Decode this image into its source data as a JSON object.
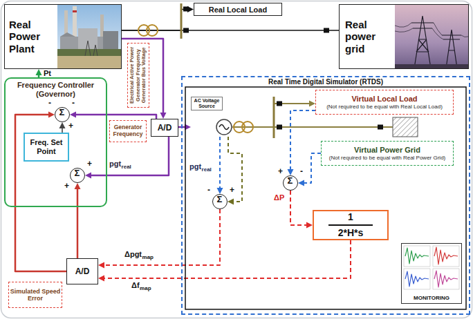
{
  "diagram": {
    "nodes": [
      {
        "text": [
          "Real Power Plant"
        ]
      },
      {
        "text": [
          "Real Local Load"
        ]
      },
      {
        "text": [
          "Real power grid"
        ]
      },
      {
        "text": [
          "Frequency Controller (Governor)"
        ]
      },
      {
        "text": [
          "Freq. Set Point"
        ],
        "in": 3
      },
      {
        "text": [
          "-",
          "Σ",
          "-",
          "+"
        ],
        "in": 3
      },
      {
        "text": [
          "Σ",
          "+",
          "+"
        ],
        "in": 3
      },
      {
        "text": [
          "Electrical Active Power Generator Frequency Generator Bus Voltage"
        ]
      },
      {
        "text": [
          "Generator Frequency"
        ]
      },
      {
        "text": [
          "A/D"
        ]
      },
      {
        "text": [
          "Real Time Digital Simulator (RTDS)"
        ]
      },
      {
        "text": [
          "AC Voltage Source"
        ],
        "in": 10
      },
      {
        "text": [
          "Virtual Local Load",
          "(Not required to be equal with Real Local Load)"
        ],
        "in": 10
      },
      {
        "text": [
          "Virtual Power Grid",
          "(Not required to be equal with Real Power Grid)"
        ],
        "in": 10
      },
      {
        "text": [
          "-",
          "Σ",
          "+"
        ],
        "in": 10
      },
      {
        "text": [
          "+",
          "Σ",
          "-"
        ],
        "in": 10
      },
      {
        "text": [
          "1",
          "2*H*s"
        ],
        "in": 10
      },
      {
        "text": [
          "MONITORING"
        ],
        "in": 10
      },
      {
        "text": [
          "A/D"
        ]
      },
      {
        "text": [
          "Simulated Speed Error"
        ]
      }
    ],
    "edges": [
      {
        "from": 3,
        "to": 0,
        "arrow": "to",
        "label": "Pt"
      },
      {
        "from": 0,
        "to": 2,
        "arrow": "none"
      },
      {
        "from": 0,
        "to": 1,
        "arrow": "to"
      },
      {
        "from": 0,
        "to": 9,
        "arrow": "to"
      },
      {
        "from": 9,
        "to": 5,
        "arrow": "to"
      },
      {
        "from": 9,
        "to": 6,
        "arrow": "to"
      },
      {
        "from": 9,
        "to": 11,
        "arrow": "to"
      },
      {
        "from": 4,
        "to": 5,
        "arrow": "to"
      },
      {
        "from": 11,
        "to": 12,
        "arrow": "to"
      },
      {
        "from": 11,
        "to": 14,
        "arrow": "to"
      },
      {
        "from": 11,
        "to": 14,
        "arrow": "to"
      },
      {
        "from": 12,
        "to": 15,
        "arrow": "to"
      },
      {
        "from": 13,
        "to": 15,
        "arrow": "to"
      },
      {
        "from": 15,
        "to": 16,
        "arrow": "to"
      },
      {
        "from": 16,
        "to": 18,
        "arrow": "to"
      },
      {
        "from": 14,
        "to": 18,
        "arrow": "to"
      },
      {
        "from": 18,
        "to": 6,
        "arrow": "to"
      },
      {
        "from": 18,
        "to": 5,
        "arrow": "to"
      }
    ],
    "labels": [
      "pgt",
      "real",
      "pgt",
      "real",
      "Δpgt",
      "map",
      "Δf",
      "map",
      "ΔP"
    ]
  }
}
